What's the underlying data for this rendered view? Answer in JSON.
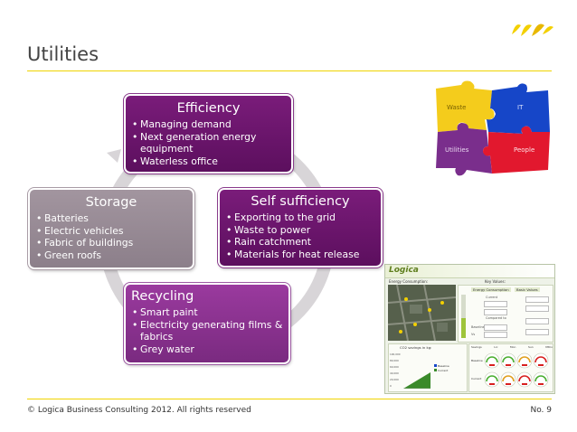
{
  "slide": {
    "title": "Utilities",
    "footer_left": "© Logica Business Consulting 2012. All rights reserved",
    "footer_right": "No. 9"
  },
  "cycle": {
    "efficiency": {
      "title": "Efficiency",
      "items": [
        "Managing demand",
        "Next generation energy equipment",
        "Waterless office"
      ]
    },
    "self_sufficiency": {
      "title": "Self sufficiency",
      "items": [
        "Exporting to the grid",
        "Waste to power",
        "Rain catchment",
        "Materials for heat release"
      ]
    },
    "recycling": {
      "title": "Recycling",
      "items": [
        "Smart paint",
        "Electricity generating films & fabrics",
        " Grey water"
      ]
    },
    "storage": {
      "title": "Storage",
      "items": [
        "Batteries",
        "Electric vehicles",
        "Fabric of buildings",
        "Green roofs"
      ]
    }
  },
  "puzzle": {
    "pieces": [
      {
        "label": "Waste",
        "color": "#f4cc1c"
      },
      {
        "label": "IT",
        "color": "#1646c8"
      },
      {
        "label": "Utilities",
        "color": "#7a2e8c"
      },
      {
        "label": "People",
        "color": "#e2182e"
      }
    ]
  },
  "dashboard": {
    "brand": "Logica",
    "panel_energy": "Energy Consumption:",
    "panel_key": "Key Values:",
    "tab_energy": "Energy Consumption",
    "tab_basic": "Basic Values",
    "current_label": "Current",
    "compared_label": "Compared to",
    "baseline_label": "Baseline",
    "vs_label": "Vs",
    "chart_title": "CO2 savings in kg:",
    "legend": [
      "Baseline",
      "Current"
    ],
    "savings_header": [
      "Savings",
      "Lic",
      "Mon",
      "Sun",
      "MtCo"
    ],
    "row_labels": [
      "Baseline",
      "Current"
    ],
    "y_ticks": [
      "100,000",
      "80,000",
      "60,000",
      "40,000",
      "20,000",
      "0"
    ]
  }
}
